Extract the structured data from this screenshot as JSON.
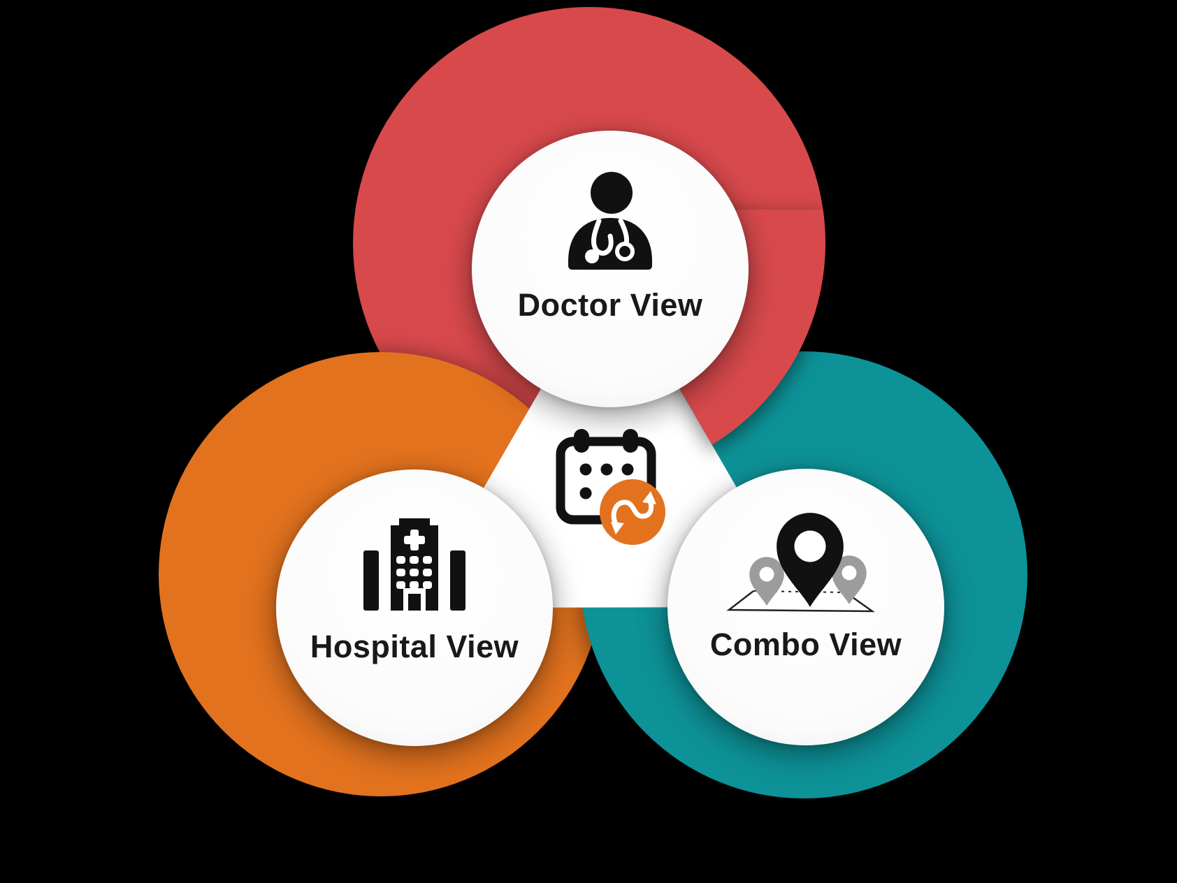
{
  "background": "#000000",
  "colors": {
    "red": "#D8494C",
    "orange": "#E2721E",
    "teal": "#0D9298",
    "badge_orange": "#E2721E",
    "pin_gray": "#9C9C9C",
    "icon_black": "#111111",
    "label_text": "#191919",
    "panel_white": "#FFFFFF"
  },
  "nodes": [
    {
      "id": "doctor",
      "label": "Doctor View",
      "ring_color": "#D8494C",
      "icon": "doctor-icon"
    },
    {
      "id": "hospital",
      "label": "Hospital View",
      "ring_color": "#E2721E",
      "icon": "hospital-icon"
    },
    {
      "id": "combo",
      "label": "Combo View",
      "ring_color": "#0D9298",
      "icon": "combo-pins-icon"
    }
  ],
  "center": {
    "icon": "calendar-icon",
    "badge_icon": "sync-arrows-icon"
  }
}
